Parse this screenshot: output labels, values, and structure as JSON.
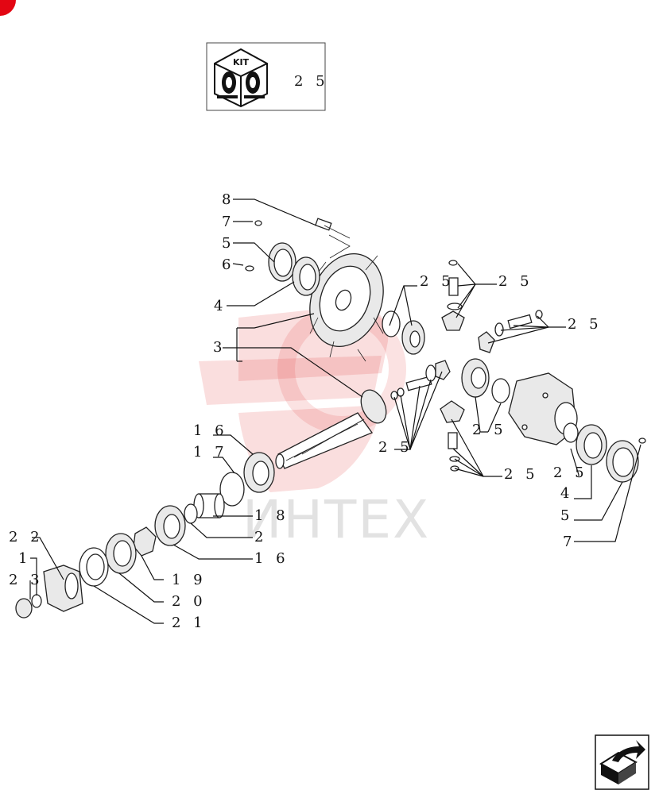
{
  "kit_box": {
    "badge": "KIT",
    "ref": "2 5",
    "icon": "bearing-kit-icon"
  },
  "watermark": {
    "text": "ИНТЕХ",
    "color": "#e03030"
  },
  "callouts": {
    "c8": "8",
    "c7a": "7",
    "c5a": "5",
    "c6": "6",
    "c4a": "4",
    "c3": "3",
    "c25a": "2 5",
    "c25b": "2 5",
    "c25c": "2 5",
    "c25d": "2 5",
    "c25e": "2 5",
    "c25f": "2 5",
    "c25g": "2 5",
    "c16a": "1 6",
    "c17": "1 7",
    "c18": "1 8",
    "c2": "2",
    "c16b": "1 6",
    "c19": "1 9",
    "c20": "2 0",
    "c21": "2 1",
    "c22": "2 2",
    "c1": "1",
    "c23": "2 3",
    "c4b": "4",
    "c5b": "5",
    "c7b": "7"
  },
  "nav": {
    "next_icon": "next-page-arrow-icon"
  },
  "accent_color": "#e30613"
}
